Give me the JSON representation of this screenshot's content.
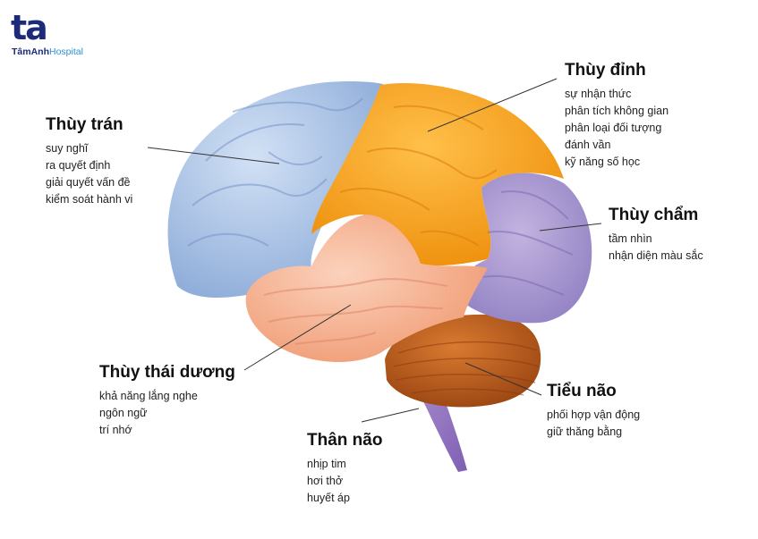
{
  "brand": {
    "logo_mark": "ta",
    "logo_name_part1": "TâmAnh",
    "logo_name_part2": "Hospital",
    "colors": {
      "navy": "#1c2a7a",
      "blue": "#2b90d9"
    }
  },
  "regions": {
    "frontal": {
      "title": "Thùy trán",
      "items": [
        "suy nghĩ",
        "ra quyết định",
        "giải quyết vấn đề",
        "kiểm soát hành vi"
      ],
      "color": "#a9c3e8"
    },
    "parietal": {
      "title": "Thùy đỉnh",
      "items": [
        "sự nhận thức",
        "phân tích không gian",
        "phân loại đối tượng",
        "đánh vần",
        "kỹ năng số học"
      ],
      "color": "#f6a21c"
    },
    "occipital": {
      "title": "Thùy chẩm",
      "items": [
        "tầm nhìn",
        "nhận diện màu sắc"
      ],
      "color": "#a895cf"
    },
    "temporal": {
      "title": "Thùy thái dương",
      "items": [
        "khả năng lắng nghe",
        "ngôn ngữ",
        "trí nhớ"
      ],
      "color": "#f7b593"
    },
    "cerebellum": {
      "title": "Tiểu não",
      "items": [
        "phối hợp vận động",
        "giữ thăng bằng"
      ],
      "color": "#c05c1c"
    },
    "brainstem": {
      "title": "Thân não",
      "items": [
        "nhịp tim",
        "hơi thở",
        "huyết áp"
      ],
      "color": "#9b7ac4"
    }
  }
}
